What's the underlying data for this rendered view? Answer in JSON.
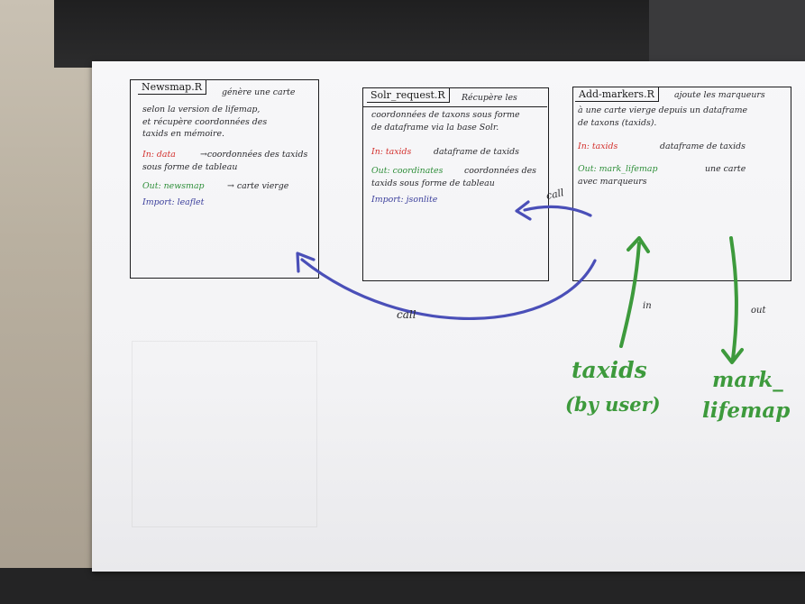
{
  "cards": {
    "newsmap": {
      "title": "Newsmap.R",
      "desc1": "génère une carte",
      "desc2": "selon la version de lifemap,",
      "desc3": "et récupère coordonnées des",
      "desc4": "taxids en mémoire.",
      "in_label": "In: data",
      "in_desc": "→coordonnées des taxids",
      "in_desc2": "sous forme de tableau",
      "out_label": "Out: newsmap",
      "out_desc": "→ carte vierge",
      "import_label": "Import: leaflet"
    },
    "solr": {
      "title": "Solr_request.R",
      "desc1": "Récupère les",
      "desc2": "coordonnées de taxons sous forme",
      "desc3": "de dataframe via la base Solr.",
      "in_label": "In: taxids",
      "in_desc": "dataframe de taxids",
      "out_label": "Out: coordinates",
      "out_desc": "coordonnées des",
      "out_desc2": "taxids sous forme de tableau",
      "import_label": "Import: jsonlite"
    },
    "addmarkers": {
      "title": "Add-markers.R",
      "desc1": "ajoute les marqueurs",
      "desc2": "à une carte vierge depuis un dataframe",
      "desc3": "de taxons (taxids).",
      "in_label": "In: taxids",
      "in_desc": "dataframe de taxids",
      "out_label": "Out: mark_lifemap",
      "out_desc": "une carte",
      "out_desc2": "avec marqueurs"
    }
  },
  "arrows": {
    "call_top": "call",
    "call_bottom": "call",
    "in_label": "in",
    "out_label": "out"
  },
  "labels": {
    "taxids_line1": "taxids",
    "taxids_line2": "(by user)",
    "mark_line1": "mark_",
    "mark_line2": "lifemap"
  },
  "colors": {
    "call_arrow": "#4a4fb8",
    "io_arrow": "#3d9a3c",
    "input_text": "#d3302d",
    "output_text": "#2f8f3a",
    "import_text": "#3b3f9c"
  }
}
